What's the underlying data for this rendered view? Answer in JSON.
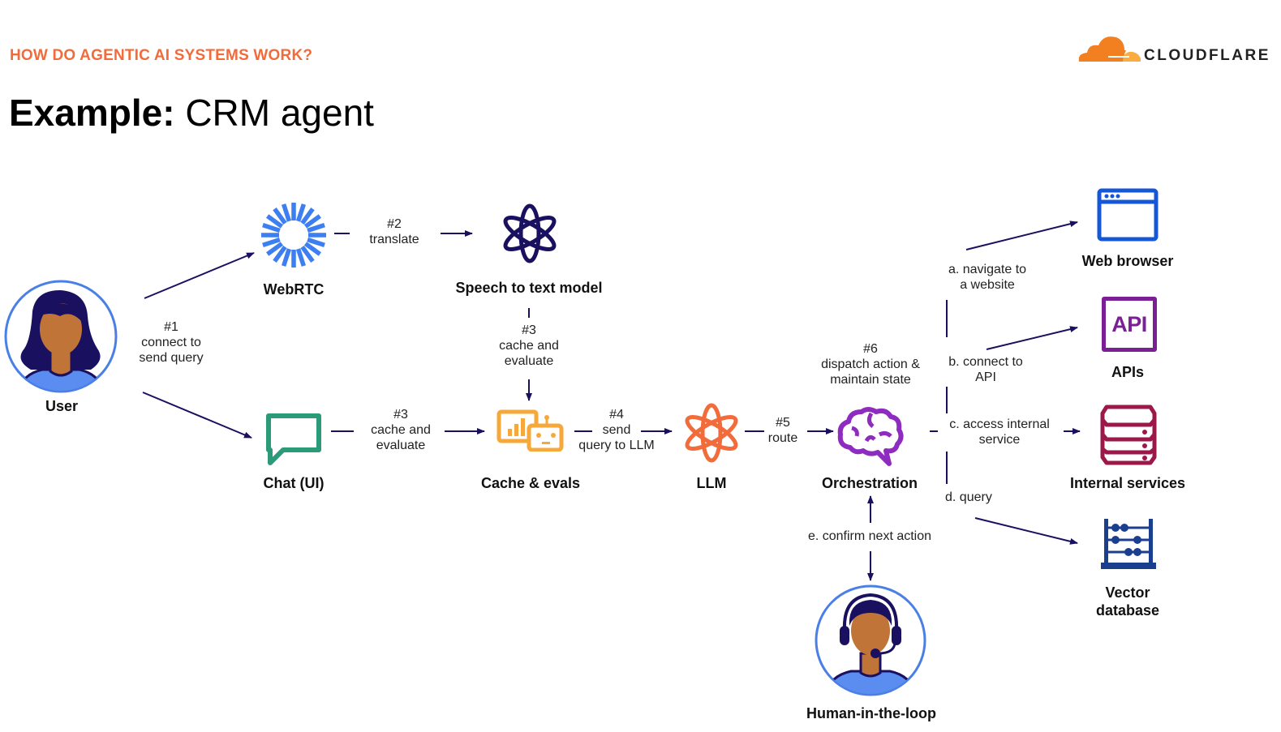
{
  "header": {
    "kicker": "HOW DO AGENTIC AI SYSTEMS WORK?",
    "title_bold": "Example:",
    "title_light": "CRM agent",
    "logo_text": "CLOUDFLARE"
  },
  "colors": {
    "accent_orange": "#f26b3a",
    "arrow_navy": "#1a1060",
    "webrtc_blue": "#3d7ef0",
    "chat_green": "#2a9a78",
    "cache_amber": "#f7a83a",
    "llm_orange": "#f26b3a",
    "brain_purple": "#8f2cc0",
    "browser_blue": "#1657d8",
    "api_purple": "#7a1f96",
    "server_maroon": "#9b1848",
    "vector_navy": "#1b3f8f",
    "avatar_ring": "#4a7fe6"
  },
  "nodes": {
    "user": "User",
    "webrtc": "WebRTC",
    "chat": "Chat (UI)",
    "speech": "Speech to text model",
    "cache": "Cache & evals",
    "llm": "LLM",
    "orchestration": "Orchestration",
    "browser": "Web browser",
    "apis": "APIs",
    "internal": "Internal services",
    "vector_line1": "Vector",
    "vector_line2": "database",
    "human": "Human-in-the-loop",
    "api_glyph": "API"
  },
  "edges": {
    "e1": [
      "#1",
      "connect to",
      "send query"
    ],
    "e2": [
      "#2",
      "translate"
    ],
    "e3_vertical": [
      "#3",
      "cache and",
      "evaluate"
    ],
    "e3_horizontal": [
      "#3",
      "cache and",
      "evaluate"
    ],
    "e4": [
      "#4",
      "send",
      "query to LLM"
    ],
    "e5": [
      "#5",
      "route"
    ],
    "e6": [
      "#6",
      "dispatch action &",
      "maintain state"
    ],
    "a": [
      "a. navigate to",
      "a website"
    ],
    "b": [
      "b. connect to",
      "API"
    ],
    "c": [
      "c. access internal",
      "service"
    ],
    "d": [
      "d. query"
    ],
    "e": [
      "e. confirm next action"
    ]
  }
}
